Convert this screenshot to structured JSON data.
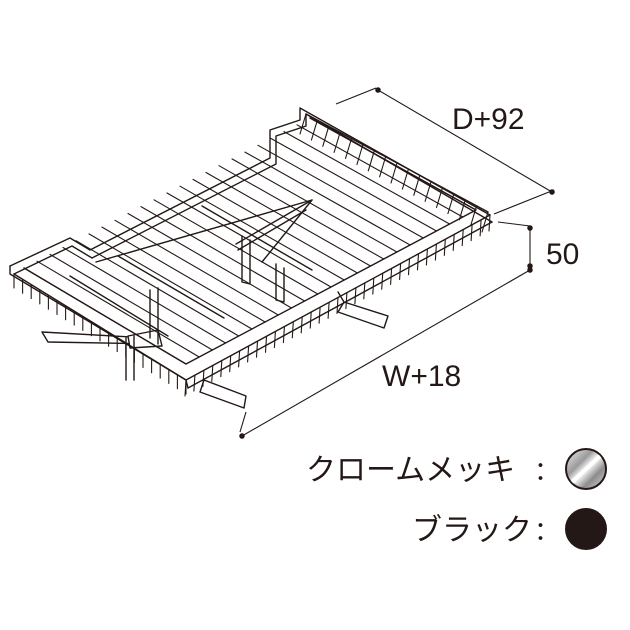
{
  "dimensions": {
    "depth_label": "D+92",
    "height_label": "50",
    "width_label": "W+18"
  },
  "finishes": [
    {
      "name": "クロームメッキ",
      "separator": "：",
      "swatch": "chrome",
      "color": "#c9c9c9"
    },
    {
      "name": "ブラック",
      "separator": "：",
      "swatch": "black",
      "color": "#231815"
    }
  ],
  "colors": {
    "line": "#231815",
    "background": "#ffffff"
  }
}
